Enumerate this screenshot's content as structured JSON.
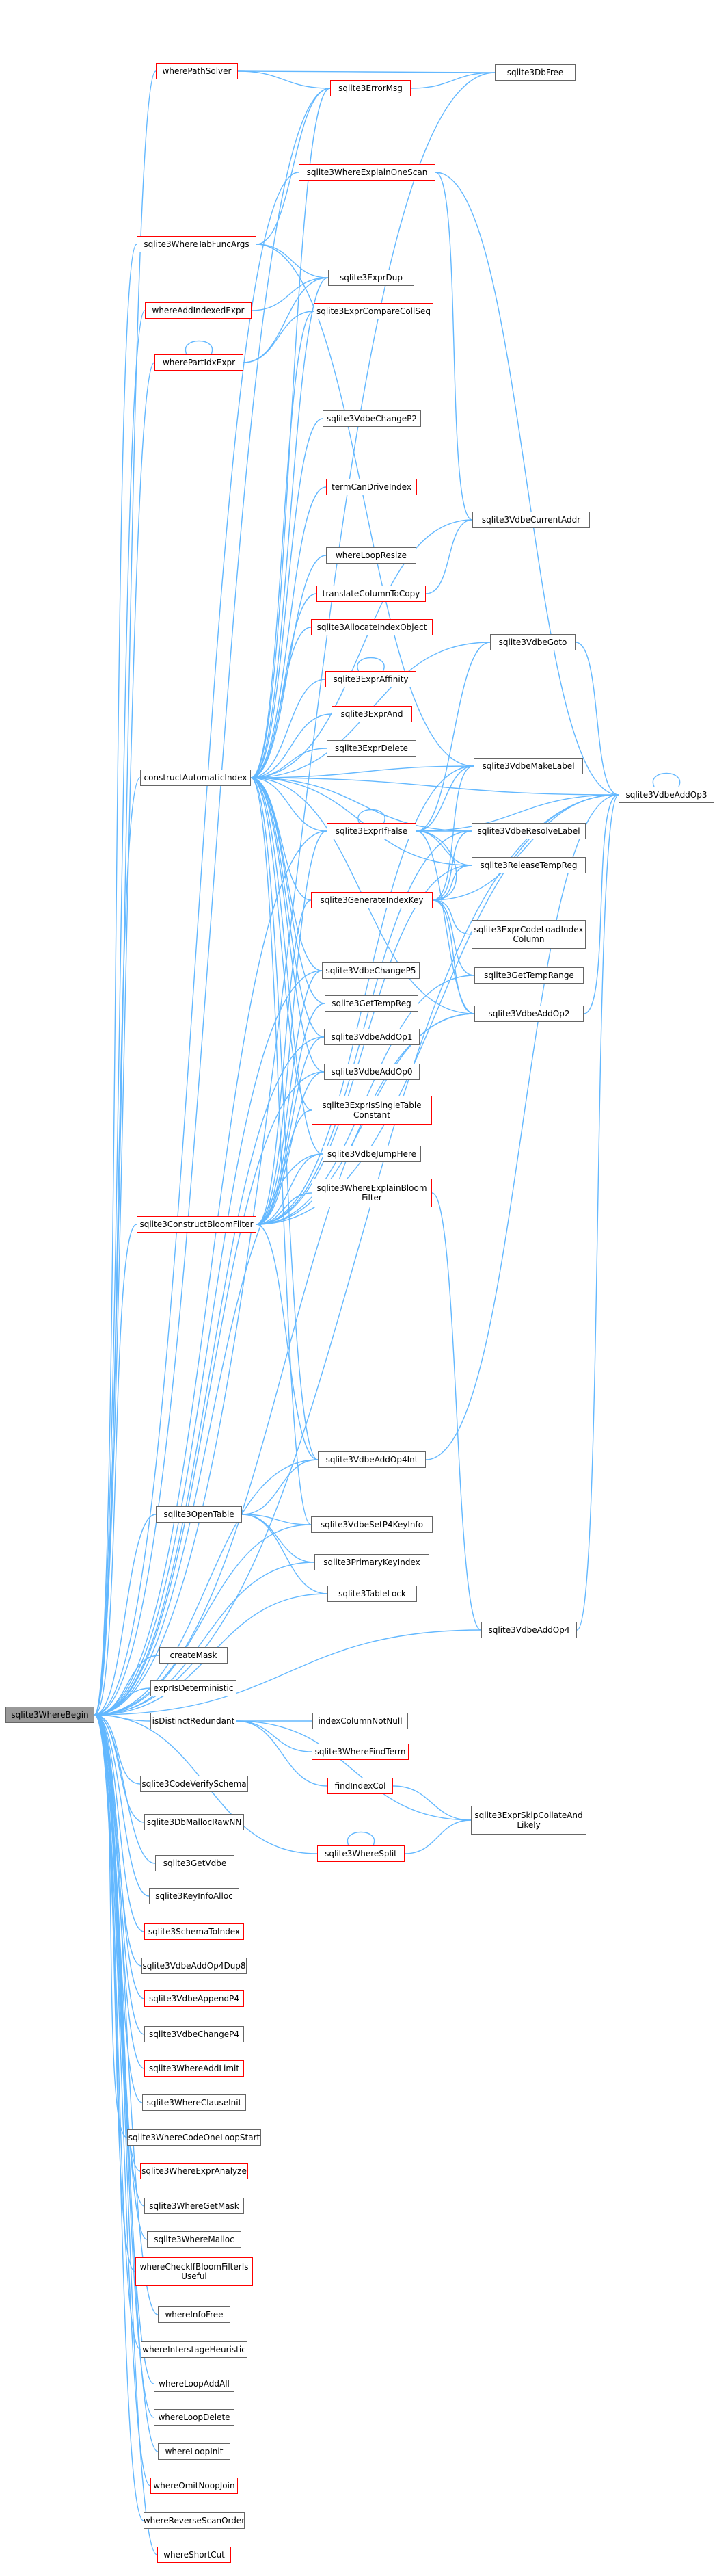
{
  "graph": {
    "colors": {
      "edge": "#63b8ff",
      "node_border": "#666666",
      "node_border_incomplete": "#ff0000",
      "root_fill": "#999999"
    },
    "nodes": [
      {
        "id": "whereBegin",
        "label": "sqlite3WhereBegin",
        "red": false,
        "root": true
      },
      {
        "id": "constructAutomaticIndex",
        "label": "constructAutomaticIndex",
        "red": false
      },
      {
        "id": "sqlite3ConstructBloomFilter",
        "label": "sqlite3ConstructBloomFilter",
        "red": true
      },
      {
        "id": "sqlite3OpenTable",
        "label": "sqlite3OpenTable",
        "red": false
      },
      {
        "id": "wherePathSolver",
        "label": "wherePathSolver",
        "red": true
      },
      {
        "id": "sqlite3WhereTabFuncArgs",
        "label": "sqlite3WhereTabFuncArgs",
        "red": true
      },
      {
        "id": "whereAddIndexedExpr",
        "label": "whereAddIndexedExpr",
        "red": true
      },
      {
        "id": "wherePartIdxExpr",
        "label": "wherePartIdxExpr",
        "red": true
      },
      {
        "id": "sqlite3ErrorMsg",
        "label": "sqlite3ErrorMsg",
        "red": true
      },
      {
        "id": "sqlite3DbFree",
        "label": "sqlite3DbFree",
        "red": false
      },
      {
        "id": "sqlite3WhereExplainOneScan",
        "label": "sqlite3WhereExplainOneScan",
        "red": true
      },
      {
        "id": "sqlite3ExprDup",
        "label": "sqlite3ExprDup",
        "red": false
      },
      {
        "id": "sqlite3ExprCompareCollSeq",
        "label": "sqlite3ExprCompareCollSeq",
        "red": true
      },
      {
        "id": "sqlite3VdbeChangeP2",
        "label": "sqlite3VdbeChangeP2",
        "red": false
      },
      {
        "id": "termCanDriveIndex",
        "label": "termCanDriveIndex",
        "red": true
      },
      {
        "id": "sqlite3VdbeCurrentAddr",
        "label": "sqlite3VdbeCurrentAddr",
        "red": false
      },
      {
        "id": "whereLoopResize",
        "label": "whereLoopResize",
        "red": false
      },
      {
        "id": "translateColumnToCopy",
        "label": "translateColumnToCopy",
        "red": true
      },
      {
        "id": "sqlite3AllocateIndexObject",
        "label": "sqlite3AllocateIndexObject",
        "red": true
      },
      {
        "id": "sqlite3VdbeGoto",
        "label": "sqlite3VdbeGoto",
        "red": false
      },
      {
        "id": "sqlite3ExprAffinity",
        "label": "sqlite3ExprAffinity",
        "red": true
      },
      {
        "id": "sqlite3ExprAnd",
        "label": "sqlite3ExprAnd",
        "red": true
      },
      {
        "id": "sqlite3ExprDelete",
        "label": "sqlite3ExprDelete",
        "red": false
      },
      {
        "id": "sqlite3VdbeMakeLabel",
        "label": "sqlite3VdbeMakeLabel",
        "red": false
      },
      {
        "id": "sqlite3VdbeAddOp3",
        "label": "sqlite3VdbeAddOp3",
        "red": false
      },
      {
        "id": "sqlite3ExprIfFalse",
        "label": "sqlite3ExprIfFalse",
        "red": true
      },
      {
        "id": "sqlite3VdbeResolveLabel",
        "label": "sqlite3VdbeResolveLabel",
        "red": false
      },
      {
        "id": "sqlite3ReleaseTempReg",
        "label": "sqlite3ReleaseTempReg",
        "red": false
      },
      {
        "id": "sqlite3GenerateIndexKey",
        "label": "sqlite3GenerateIndexKey",
        "red": true
      },
      {
        "id": "sqlite3ExprCodeLoadIndexColumn",
        "label": "sqlite3ExprCodeLoadIndex\nColumn",
        "red": false
      },
      {
        "id": "sqlite3GetTempRange",
        "label": "sqlite3GetTempRange",
        "red": false
      },
      {
        "id": "sqlite3VdbeChangeP5",
        "label": "sqlite3VdbeChangeP5",
        "red": false
      },
      {
        "id": "sqlite3VdbeAddOp2",
        "label": "sqlite3VdbeAddOp2",
        "red": false
      },
      {
        "id": "sqlite3GetTempReg",
        "label": "sqlite3GetTempReg",
        "red": false
      },
      {
        "id": "sqlite3VdbeAddOp1",
        "label": "sqlite3VdbeAddOp1",
        "red": false
      },
      {
        "id": "sqlite3VdbeAddOp0",
        "label": "sqlite3VdbeAddOp0",
        "red": false
      },
      {
        "id": "sqlite3ExprIsSingleTableConstant",
        "label": "sqlite3ExprIsSingleTable\nConstant",
        "red": true
      },
      {
        "id": "sqlite3VdbeJumpHere",
        "label": "sqlite3VdbeJumpHere",
        "red": false
      },
      {
        "id": "sqlite3WhereExplainBloomFilter",
        "label": "sqlite3WhereExplainBloom\nFilter",
        "red": true
      },
      {
        "id": "sqlite3VdbeAddOp4Int",
        "label": "sqlite3VdbeAddOp4Int",
        "red": false
      },
      {
        "id": "sqlite3VdbeSetP4KeyInfo",
        "label": "sqlite3VdbeSetP4KeyInfo",
        "red": false
      },
      {
        "id": "sqlite3PrimaryKeyIndex",
        "label": "sqlite3PrimaryKeyIndex",
        "red": false
      },
      {
        "id": "sqlite3TableLock",
        "label": "sqlite3TableLock",
        "red": false
      },
      {
        "id": "sqlite3VdbeAddOp4",
        "label": "sqlite3VdbeAddOp4",
        "red": false
      },
      {
        "id": "createMask",
        "label": "createMask",
        "red": false
      },
      {
        "id": "exprIsDeterministic",
        "label": "exprIsDeterministic",
        "red": false
      },
      {
        "id": "isDistinctRedundant",
        "label": "isDistinctRedundant",
        "red": false
      },
      {
        "id": "indexColumnNotNull",
        "label": "indexColumnNotNull",
        "red": false
      },
      {
        "id": "sqlite3WhereFindTerm",
        "label": "sqlite3WhereFindTerm",
        "red": true
      },
      {
        "id": "findIndexCol",
        "label": "findIndexCol",
        "red": true
      },
      {
        "id": "sqlite3ExprSkipCollateAndLikely",
        "label": "sqlite3ExprSkipCollateAnd\nLikely",
        "red": false
      },
      {
        "id": "sqlite3WhereSplit",
        "label": "sqlite3WhereSplit",
        "red": true
      },
      {
        "id": "sqlite3CodeVerifySchema",
        "label": "sqlite3CodeVerifySchema",
        "red": false
      },
      {
        "id": "sqlite3DbMallocRawNN",
        "label": "sqlite3DbMallocRawNN",
        "red": false
      },
      {
        "id": "sqlite3GetVdbe",
        "label": "sqlite3GetVdbe",
        "red": false
      },
      {
        "id": "sqlite3KeyInfoAlloc",
        "label": "sqlite3KeyInfoAlloc",
        "red": false
      },
      {
        "id": "sqlite3SchemaToIndex",
        "label": "sqlite3SchemaToIndex",
        "red": true
      },
      {
        "id": "sqlite3VdbeAddOp4Dup8",
        "label": "sqlite3VdbeAddOp4Dup8",
        "red": false
      },
      {
        "id": "sqlite3VdbeAppendP4",
        "label": "sqlite3VdbeAppendP4",
        "red": true
      },
      {
        "id": "sqlite3VdbeChangeP4",
        "label": "sqlite3VdbeChangeP4",
        "red": false
      },
      {
        "id": "sqlite3WhereAddLimit",
        "label": "sqlite3WhereAddLimit",
        "red": true
      },
      {
        "id": "sqlite3WhereClauseInit",
        "label": "sqlite3WhereClauseInit",
        "red": false
      },
      {
        "id": "sqlite3WhereCodeOneLoopStart",
        "label": "sqlite3WhereCodeOneLoopStart",
        "red": false
      },
      {
        "id": "sqlite3WhereExprAnalyze",
        "label": "sqlite3WhereExprAnalyze",
        "red": true
      },
      {
        "id": "sqlite3WhereGetMask",
        "label": "sqlite3WhereGetMask",
        "red": false
      },
      {
        "id": "sqlite3WhereMalloc",
        "label": "sqlite3WhereMalloc",
        "red": false
      },
      {
        "id": "whereCheckIfBloomFilterIsUseful",
        "label": "whereCheckIfBloomFilterIs\nUseful",
        "red": true
      },
      {
        "id": "whereInfoFree",
        "label": "whereInfoFree",
        "red": false
      },
      {
        "id": "whereInterstageHeuristic",
        "label": "whereInterstageHeuristic",
        "red": false
      },
      {
        "id": "whereLoopAddAll",
        "label": "whereLoopAddAll",
        "red": false
      },
      {
        "id": "whereLoopDelete",
        "label": "whereLoopDelete",
        "red": false
      },
      {
        "id": "whereLoopInit",
        "label": "whereLoopInit",
        "red": false
      },
      {
        "id": "whereOmitNoopJoin",
        "label": "whereOmitNoopJoin",
        "red": true
      },
      {
        "id": "whereReverseScanOrder",
        "label": "whereReverseScanOrder",
        "red": false
      },
      {
        "id": "whereShortCut",
        "label": "whereShortCut",
        "red": true
      }
    ],
    "edges": [
      [
        "whereBegin",
        "constructAutomaticIndex"
      ],
      [
        "whereBegin",
        "sqlite3ConstructBloomFilter"
      ],
      [
        "whereBegin",
        "sqlite3OpenTable"
      ],
      [
        "whereBegin",
        "wherePathSolver"
      ],
      [
        "whereBegin",
        "sqlite3WhereTabFuncArgs"
      ],
      [
        "whereBegin",
        "whereAddIndexedExpr"
      ],
      [
        "whereBegin",
        "wherePartIdxExpr"
      ],
      [
        "whereBegin",
        "sqlite3DbFree"
      ],
      [
        "whereBegin",
        "sqlite3ErrorMsg"
      ],
      [
        "whereBegin",
        "sqlite3WhereExplainOneScan"
      ],
      [
        "whereBegin",
        "sqlite3VdbeAddOp3"
      ],
      [
        "whereBegin",
        "sqlite3VdbeAddOp4"
      ],
      [
        "whereBegin",
        "sqlite3VdbeAddOp2"
      ],
      [
        "whereBegin",
        "sqlite3VdbeAddOp0"
      ],
      [
        "whereBegin",
        "sqlite3VdbeAddOp1"
      ],
      [
        "whereBegin",
        "sqlite3VdbeJumpHere"
      ],
      [
        "whereBegin",
        "sqlite3VdbeSetP4KeyInfo"
      ],
      [
        "whereBegin",
        "sqlite3PrimaryKeyIndex"
      ],
      [
        "whereBegin",
        "sqlite3TableLock"
      ],
      [
        "whereBegin",
        "sqlite3ExprIfFalse"
      ],
      [
        "whereBegin",
        "sqlite3VdbeChangeP5"
      ],
      [
        "whereBegin",
        "sqlite3VdbeAddOp4Int"
      ],
      [
        "whereBegin",
        "createMask"
      ],
      [
        "whereBegin",
        "exprIsDeterministic"
      ],
      [
        "whereBegin",
        "isDistinctRedundant"
      ],
      [
        "whereBegin",
        "sqlite3WhereSplit"
      ],
      [
        "whereBegin",
        "sqlite3CodeVerifySchema"
      ],
      [
        "whereBegin",
        "sqlite3DbMallocRawNN"
      ],
      [
        "whereBegin",
        "sqlite3GetVdbe"
      ],
      [
        "whereBegin",
        "sqlite3KeyInfoAlloc"
      ],
      [
        "whereBegin",
        "sqlite3SchemaToIndex"
      ],
      [
        "whereBegin",
        "sqlite3VdbeAddOp4Dup8"
      ],
      [
        "whereBegin",
        "sqlite3VdbeAppendP4"
      ],
      [
        "whereBegin",
        "sqlite3VdbeChangeP4"
      ],
      [
        "whereBegin",
        "sqlite3WhereAddLimit"
      ],
      [
        "whereBegin",
        "sqlite3WhereClauseInit"
      ],
      [
        "whereBegin",
        "sqlite3WhereCodeOneLoopStart"
      ],
      [
        "whereBegin",
        "sqlite3WhereExprAnalyze"
      ],
      [
        "whereBegin",
        "sqlite3WhereGetMask"
      ],
      [
        "whereBegin",
        "sqlite3WhereMalloc"
      ],
      [
        "whereBegin",
        "whereCheckIfBloomFilterIsUseful"
      ],
      [
        "whereBegin",
        "whereInfoFree"
      ],
      [
        "whereBegin",
        "whereInterstageHeuristic"
      ],
      [
        "whereBegin",
        "whereLoopAddAll"
      ],
      [
        "whereBegin",
        "whereLoopDelete"
      ],
      [
        "whereBegin",
        "whereLoopInit"
      ],
      [
        "whereBegin",
        "whereOmitNoopJoin"
      ],
      [
        "whereBegin",
        "whereReverseScanOrder"
      ],
      [
        "whereBegin",
        "whereShortCut"
      ],
      [
        "wherePathSolver",
        "sqlite3ErrorMsg"
      ],
      [
        "wherePathSolver",
        "sqlite3DbFree"
      ],
      [
        "sqlite3ErrorMsg",
        "sqlite3DbFree"
      ],
      [
        "sqlite3WhereTabFuncArgs",
        "sqlite3ErrorMsg"
      ],
      [
        "sqlite3WhereTabFuncArgs",
        "sqlite3ExprDup"
      ],
      [
        "whereAddIndexedExpr",
        "sqlite3ExprDup"
      ],
      [
        "wherePartIdxExpr",
        "sqlite3ExprCompareCollSeq"
      ],
      [
        "wherePartIdxExpr",
        "wherePartIdxExpr"
      ],
      [
        "wherePartIdxExpr",
        "sqlite3ExprDup"
      ],
      [
        "sqlite3WhereExplainOneScan",
        "sqlite3VdbeAddOp3"
      ],
      [
        "sqlite3WhereExplainOneScan",
        "sqlite3VdbeCurrentAddr"
      ],
      [
        "sqlite3WhereTabFuncArgs",
        "sqlite3VdbeMakeLabel"
      ],
      [
        "constructAutomaticIndex",
        "sqlite3ExprDup"
      ],
      [
        "constructAutomaticIndex",
        "sqlite3ExprCompareCollSeq"
      ],
      [
        "constructAutomaticIndex",
        "sqlite3VdbeChangeP2"
      ],
      [
        "constructAutomaticIndex",
        "termCanDriveIndex"
      ],
      [
        "constructAutomaticIndex",
        "sqlite3VdbeCurrentAddr"
      ],
      [
        "constructAutomaticIndex",
        "whereLoopResize"
      ],
      [
        "constructAutomaticIndex",
        "translateColumnToCopy"
      ],
      [
        "constructAutomaticIndex",
        "sqlite3AllocateIndexObject"
      ],
      [
        "constructAutomaticIndex",
        "sqlite3ExprAffinity"
      ],
      [
        "constructAutomaticIndex",
        "sqlite3ExprAnd"
      ],
      [
        "constructAutomaticIndex",
        "sqlite3ExprDelete"
      ],
      [
        "constructAutomaticIndex",
        "sqlite3ExprIfFalse"
      ],
      [
        "constructAutomaticIndex",
        "sqlite3VdbeMakeLabel"
      ],
      [
        "constructAutomaticIndex",
        "sqlite3VdbeAddOp3"
      ],
      [
        "constructAutomaticIndex",
        "sqlite3VdbeResolveLabel"
      ],
      [
        "constructAutomaticIndex",
        "sqlite3ReleaseTempReg"
      ],
      [
        "constructAutomaticIndex",
        "sqlite3GenerateIndexKey"
      ],
      [
        "constructAutomaticIndex",
        "sqlite3VdbeChangeP5"
      ],
      [
        "constructAutomaticIndex",
        "sqlite3GetTempReg"
      ],
      [
        "constructAutomaticIndex",
        "sqlite3VdbeAddOp1"
      ],
      [
        "constructAutomaticIndex",
        "sqlite3VdbeAddOp0"
      ],
      [
        "constructAutomaticIndex",
        "sqlite3ExprIsSingleTableConstant"
      ],
      [
        "constructAutomaticIndex",
        "sqlite3VdbeJumpHere"
      ],
      [
        "constructAutomaticIndex",
        "sqlite3VdbeAddOp2"
      ],
      [
        "constructAutomaticIndex",
        "sqlite3VdbeGoto"
      ],
      [
        "constructAutomaticIndex",
        "sqlite3VdbeAddOp4Int"
      ],
      [
        "constructAutomaticIndex",
        "sqlite3VdbeSetP4KeyInfo"
      ],
      [
        "constructAutomaticIndex",
        "sqlite3ErrorMsg"
      ],
      [
        "translateColumnToCopy",
        "sqlite3VdbeCurrentAddr"
      ],
      [
        "sqlite3ExprAffinity",
        "sqlite3ExprAffinity"
      ],
      [
        "sqlite3ExprIfFalse",
        "sqlite3VdbeMakeLabel"
      ],
      [
        "sqlite3ExprIfFalse",
        "sqlite3VdbeAddOp3"
      ],
      [
        "sqlite3ExprIfFalse",
        "sqlite3VdbeResolveLabel"
      ],
      [
        "sqlite3ExprIfFalse",
        "sqlite3ReleaseTempReg"
      ],
      [
        "sqlite3ExprIfFalse",
        "sqlite3ExprIfFalse"
      ],
      [
        "sqlite3ExprIfFalse",
        "sqlite3VdbeGoto"
      ],
      [
        "sqlite3ExprIfFalse",
        "sqlite3VdbeAddOp2"
      ],
      [
        "sqlite3VdbeAddOp3",
        "sqlite3VdbeAddOp3"
      ],
      [
        "sqlite3VdbeGoto",
        "sqlite3VdbeAddOp3"
      ],
      [
        "sqlite3VdbeAddOp2",
        "sqlite3VdbeAddOp3"
      ],
      [
        "sqlite3GenerateIndexKey",
        "sqlite3ExprCodeLoadIndexColumn"
      ],
      [
        "sqlite3GenerateIndexKey",
        "sqlite3GetTempRange"
      ],
      [
        "sqlite3GenerateIndexKey",
        "sqlite3VdbeAddOp3"
      ],
      [
        "sqlite3GenerateIndexKey",
        "sqlite3VdbeMakeLabel"
      ],
      [
        "sqlite3GenerateIndexKey",
        "sqlite3ExprIfFalse"
      ],
      [
        "sqlite3GenerateIndexKey",
        "sqlite3VdbeResolveLabel"
      ],
      [
        "sqlite3GenerateIndexKey",
        "sqlite3ReleaseTempReg"
      ],
      [
        "sqlite3GenerateIndexKey",
        "sqlite3VdbeAddOp2"
      ],
      [
        "sqlite3ConstructBloomFilter",
        "sqlite3ExprIfFalse"
      ],
      [
        "sqlite3ConstructBloomFilter",
        "sqlite3GenerateIndexKey"
      ],
      [
        "sqlite3ConstructBloomFilter",
        "sqlite3VdbeChangeP5"
      ],
      [
        "sqlite3ConstructBloomFilter",
        "sqlite3GetTempReg"
      ],
      [
        "sqlite3ConstructBloomFilter",
        "sqlite3VdbeAddOp1"
      ],
      [
        "sqlite3ConstructBloomFilter",
        "sqlite3VdbeAddOp0"
      ],
      [
        "sqlite3ConstructBloomFilter",
        "sqlite3ExprIsSingleTableConstant"
      ],
      [
        "sqlite3ConstructBloomFilter",
        "sqlite3VdbeJumpHere"
      ],
      [
        "sqlite3ConstructBloomFilter",
        "sqlite3WhereExplainBloomFilter"
      ],
      [
        "sqlite3ConstructBloomFilter",
        "sqlite3VdbeAddOp4Int"
      ],
      [
        "sqlite3ConstructBloomFilter",
        "sqlite3VdbeMakeLabel"
      ],
      [
        "sqlite3ConstructBloomFilter",
        "sqlite3VdbeResolveLabel"
      ],
      [
        "sqlite3ConstructBloomFilter",
        "sqlite3ReleaseTempReg"
      ],
      [
        "sqlite3ConstructBloomFilter",
        "sqlite3VdbeAddOp2"
      ],
      [
        "sqlite3ConstructBloomFilter",
        "sqlite3VdbeAddOp3"
      ],
      [
        "sqlite3ConstructBloomFilter",
        "sqlite3GetTempRange"
      ],
      [
        "sqlite3WhereExplainBloomFilter",
        "sqlite3VdbeAddOp4"
      ],
      [
        "sqlite3VdbeAddOp4Int",
        "sqlite3VdbeAddOp3"
      ],
      [
        "sqlite3OpenTable",
        "sqlite3VdbeAddOp4Int"
      ],
      [
        "sqlite3OpenTable",
        "sqlite3VdbeSetP4KeyInfo"
      ],
      [
        "sqlite3OpenTable",
        "sqlite3PrimaryKeyIndex"
      ],
      [
        "sqlite3OpenTable",
        "sqlite3TableLock"
      ],
      [
        "isDistinctRedundant",
        "indexColumnNotNull"
      ],
      [
        "isDistinctRedundant",
        "sqlite3WhereFindTerm"
      ],
      [
        "isDistinctRedundant",
        "findIndexCol"
      ],
      [
        "isDistinctRedundant",
        "sqlite3ExprSkipCollateAndLikely"
      ],
      [
        "findIndexCol",
        "sqlite3ExprSkipCollateAndLikely"
      ],
      [
        "sqlite3WhereSplit",
        "sqlite3WhereSplit"
      ],
      [
        "sqlite3WhereSplit",
        "sqlite3ExprSkipCollateAndLikely"
      ],
      [
        "sqlite3VdbeAddOp4",
        "sqlite3VdbeAddOp3"
      ]
    ]
  }
}
